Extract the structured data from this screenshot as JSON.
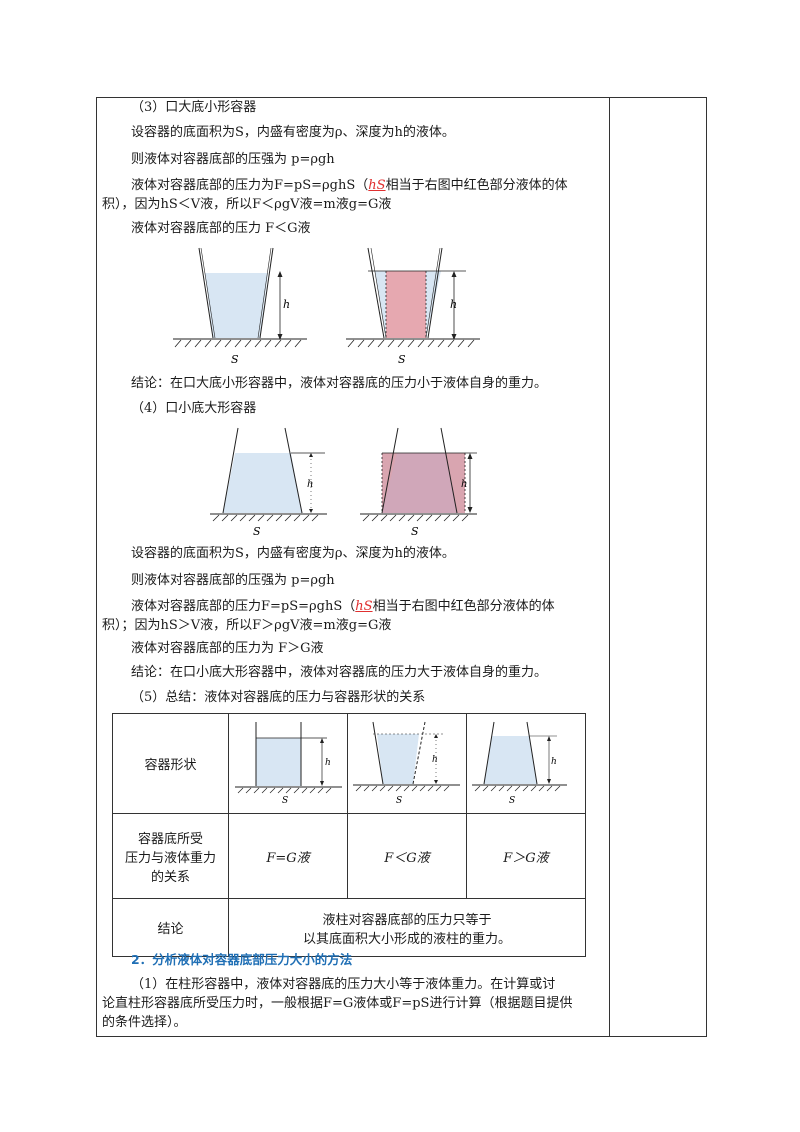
{
  "sec3": {
    "title": "（3）口大底小形容器",
    "line1": "设容器的底面积为S，内盛有密度为ρ、深度为h的液体。",
    "line2": "则液体对容器底部的压强为 p=ρgh",
    "line3a": "液体对容器底部的压力为F=pS=ρghS（",
    "line3_red": "hS",
    "line3b": "相当于右图中红色部分液体的体",
    "line4": "积），因为hS＜V液，所以F＜ρgV液=m液g=G液",
    "line5": "液体对容器底部的压力 F＜G液",
    "fig_h": "h",
    "fig_s": "S",
    "conclusion": "结论：在口大底小形容器中，液体对容器底的压力小于液体自身的重力。"
  },
  "sec4": {
    "title": "（4）口小底大形容器",
    "fig_h": "h",
    "fig_s": "S",
    "line1": "设容器的底面积为S，内盛有密度为ρ、深度为h的液体。",
    "line2": "则液体对容器底部的压强为 p=ρgh",
    "line3a": "液体对容器底部的压力F=pS=ρghS（",
    "line3_red": "hS",
    "line3b": "相当于右图中红色部分液体的体",
    "line4": "积）；因为hS＞V液，所以F＞ρgV液=m液g=G液",
    "line5": "液体对容器底部的压力为 F＞G液",
    "conclusion": "结论：在口小底大形容器中，液体对容器底的压力大于液体自身的重力。"
  },
  "sec5": {
    "title": "（5）总结：液体对容器底的压力与容器形状的关系"
  },
  "table": {
    "row1_label": "容器形状",
    "row2_label_1": "容器底所受",
    "row2_label_2": "压力与液体重力",
    "row2_label_3": "的关系",
    "f1": "F=G液",
    "f2": "F＜G液",
    "f3": "F＞G液",
    "row3_label": "结论",
    "conclusion_1": "液柱对容器底部的压力只等于",
    "conclusion_2": "以其底面积大小形成的液柱的重力。",
    "fig_h": "h",
    "fig_s": "S"
  },
  "part2": {
    "heading": "2．分析液体对容器底部压力大小的方法",
    "line1": "（1）在柱形容器中，液体对容器底的压力大小等于液体重力。在计算或讨",
    "line2": "论直柱形容器底所受压力时，一般根据F=G液体或F=pS进行计算（根据题目提供",
    "line3": "的条件选择）。"
  },
  "colors": {
    "liquid": "#d8e6f3",
    "red_region": "#e6a8b0",
    "heading": "#1f6fb5",
    "red_text": "#e03030"
  }
}
